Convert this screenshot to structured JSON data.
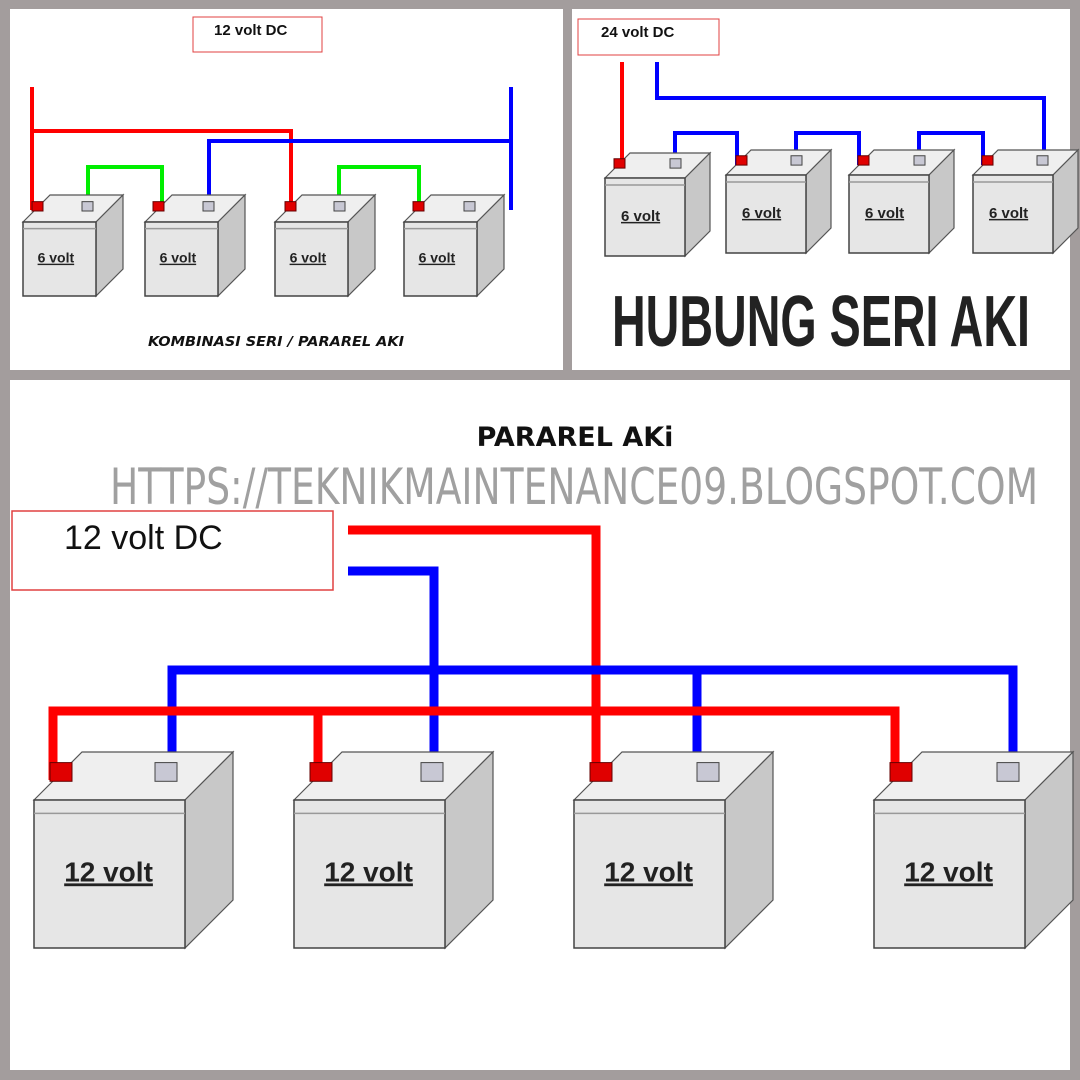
{
  "colors": {
    "background": "#a39d9d",
    "positive": "#ff0000",
    "negative": "#0000ff",
    "link": "#00ee00",
    "battery": "#e6e6e6"
  },
  "panel_combination": {
    "supply_label": "12 volt DC",
    "battery_label": "6 volt",
    "battery_count": 4,
    "caption": "KOMBINASI SERI / PARAREL AKI"
  },
  "panel_series": {
    "supply_label": "24 volt DC",
    "battery_label": "6 volt",
    "battery_count": 4,
    "title": "HUBUNG SERI AKI"
  },
  "panel_parallel": {
    "title": "PARAREL AKi",
    "watermark": "HTTPS://TEKNIKMAINTENANCE09.BLOGSPOT.COM",
    "supply_label": "12 volt DC",
    "battery_label": "12 volt",
    "battery_count": 4
  }
}
